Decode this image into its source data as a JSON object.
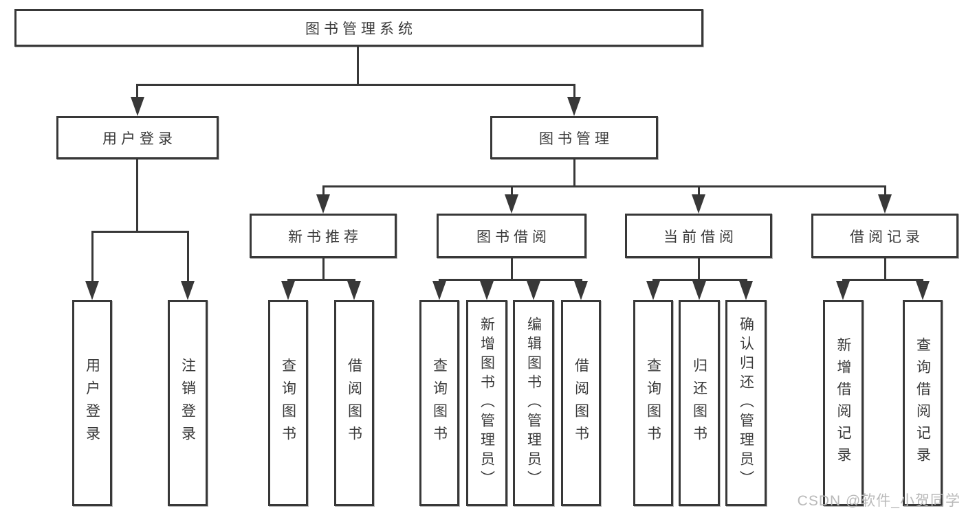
{
  "tree": {
    "root": {
      "label": "图书管理系统"
    },
    "branches": [
      {
        "label": "用户登录",
        "leaves": [
          "用户登录",
          "注销登录"
        ]
      },
      {
        "label": "图书管理",
        "groups": [
          {
            "label": "新书推荐",
            "leaves": [
              "查询图书",
              "借阅图书"
            ]
          },
          {
            "label": "图书借阅",
            "leaves": [
              "查询图书",
              "新增图书（管理员）",
              "编辑图书（管理员）",
              "借阅图书"
            ]
          },
          {
            "label": "当前借阅",
            "leaves": [
              "查询图书",
              "归还图书",
              "确认归还（管理员）"
            ]
          },
          {
            "label": "借阅记录",
            "leaves": [
              "新增借阅记录",
              "查询借阅记录"
            ]
          }
        ]
      }
    ]
  },
  "watermark": {
    "text": "CSDN @软件_小贺同学",
    "color": "#b9b9b9"
  },
  "colors": {
    "line": "#383838",
    "box_border": "#383838",
    "text": "#3a3a3a",
    "box_background": "#ffffff",
    "page_background": "#ffffff"
  }
}
